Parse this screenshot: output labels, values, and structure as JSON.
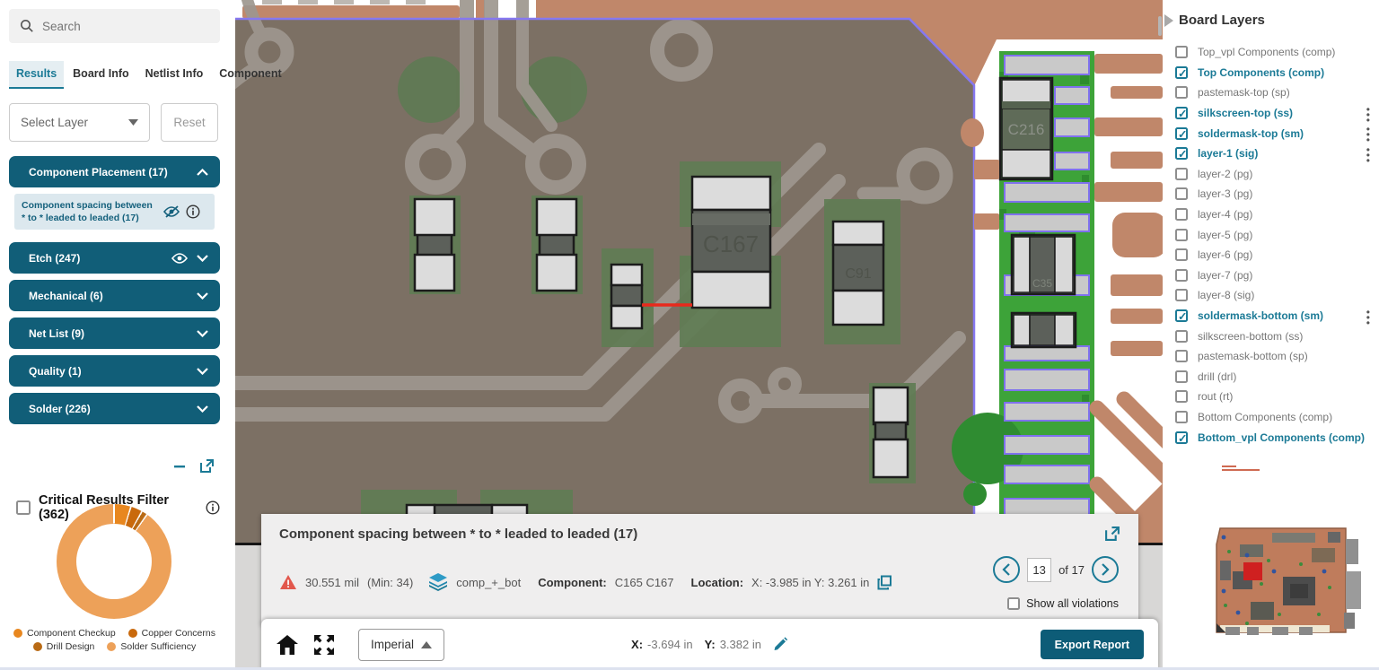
{
  "colors": {
    "accent": "#1b7a96",
    "category_bg": "#115e78",
    "export_bg": "#0d5c77",
    "violation_red": "#e8291c",
    "copper": "#c0876a",
    "board": "#7c7064",
    "trace": "#9e978f",
    "pad_green": "#607c54",
    "strip_green": "#3da339",
    "pad_outline_purple": "#7f71ee",
    "board_outline_purple": "#8678f0"
  },
  "sidebar": {
    "search_placeholder": "Search",
    "tabs": [
      {
        "label": "Results",
        "active": true
      },
      {
        "label": "Board Info",
        "active": false
      },
      {
        "label": "Netlist Info",
        "active": false
      },
      {
        "label": "Component",
        "active": false
      }
    ],
    "layer_select_value": "Select Layer",
    "reset_label": "Reset",
    "categories": [
      {
        "label": "Component Placement (17)",
        "expanded": true,
        "eye": false,
        "children": [
          {
            "label": "Component spacing between * to * leaded to leaded (17)"
          }
        ]
      },
      {
        "label": "Etch (247)",
        "expanded": false,
        "eye": true,
        "children": []
      },
      {
        "label": "Mechanical (6)",
        "expanded": false,
        "eye": false,
        "children": []
      },
      {
        "label": "Net List (9)",
        "expanded": false,
        "eye": false,
        "children": []
      },
      {
        "label": "Quality (1)",
        "expanded": false,
        "eye": false,
        "children": []
      },
      {
        "label": "Solder (226)",
        "expanded": false,
        "eye": false,
        "children": []
      }
    ],
    "critical_filter_label": "Critical Results Filter (362)",
    "critical_filter_checked": false
  },
  "chart_data": {
    "type": "pie",
    "donut": true,
    "title": "Critical Results Filter (362)",
    "labels": [
      "Component Checkup",
      "Copper Concerns",
      "Drill Design",
      "Solder Sufficiency"
    ],
    "values": [
      17,
      12,
      6,
      327
    ],
    "total": 362,
    "colors": [
      "#e8871f",
      "#c9690c",
      "#b96a14",
      "#eda159"
    ],
    "legend_position": "bottom"
  },
  "canvas": {
    "labels": {
      "c167": "C167",
      "c91": "C91",
      "c216": "C216",
      "c35": "C35"
    }
  },
  "panel": {
    "title": "Component spacing between * to * leaded to leaded (17)",
    "measurement": "30.551 mil",
    "min": "(Min: 34)",
    "layer_name": "comp_+_bot",
    "component_label": "Component:",
    "component_value": "C165 C167",
    "location_label": "Location:",
    "location_value": "X: -3.985 in Y: 3.261 in",
    "page_current": "13",
    "page_of": "of 17",
    "show_all_label": "Show all violations"
  },
  "toolbar": {
    "units_value": "Imperial",
    "x_label": "X:",
    "x_value": "-3.694 in",
    "y_label": "Y:",
    "y_value": "3.382 in",
    "export_label": "Export Report"
  },
  "board_layers": {
    "title": "Board Layers",
    "items": [
      {
        "label": "Top_vpl Components (comp)",
        "checked": false,
        "menu": false
      },
      {
        "label": "Top Components (comp)",
        "checked": true,
        "menu": false
      },
      {
        "label": "pastemask-top (sp)",
        "checked": false,
        "menu": false
      },
      {
        "label": "silkscreen-top (ss)",
        "checked": true,
        "menu": true
      },
      {
        "label": "soldermask-top (sm)",
        "checked": true,
        "menu": true
      },
      {
        "label": "layer-1 (sig)",
        "checked": true,
        "menu": true
      },
      {
        "label": "layer-2 (pg)",
        "checked": false,
        "menu": false
      },
      {
        "label": "layer-3 (pg)",
        "checked": false,
        "menu": false
      },
      {
        "label": "layer-4 (pg)",
        "checked": false,
        "menu": false
      },
      {
        "label": "layer-5 (pg)",
        "checked": false,
        "menu": false
      },
      {
        "label": "layer-6 (pg)",
        "checked": false,
        "menu": false
      },
      {
        "label": "layer-7 (pg)",
        "checked": false,
        "menu": false
      },
      {
        "label": "layer-8 (sig)",
        "checked": false,
        "menu": false
      },
      {
        "label": "soldermask-bottom (sm)",
        "checked": true,
        "menu": true
      },
      {
        "label": "silkscreen-bottom (ss)",
        "checked": false,
        "menu": false
      },
      {
        "label": "pastemask-bottom (sp)",
        "checked": false,
        "menu": false
      },
      {
        "label": "drill (drl)",
        "checked": false,
        "menu": false
      },
      {
        "label": "rout (rt)",
        "checked": false,
        "menu": false
      },
      {
        "label": "Bottom Components (comp)",
        "checked": false,
        "menu": false
      },
      {
        "label": "Bottom_vpl Components (comp)",
        "checked": true,
        "menu": false
      }
    ]
  }
}
